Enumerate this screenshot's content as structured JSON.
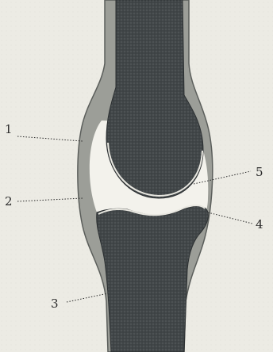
{
  "diagram": {
    "labels": [
      {
        "id": "1",
        "text": "1"
      },
      {
        "id": "2",
        "text": "2"
      },
      {
        "id": "3",
        "text": "3"
      },
      {
        "id": "4",
        "text": "4"
      },
      {
        "id": "5",
        "text": "5"
      }
    ],
    "colors": {
      "background": "#ecebe4",
      "bone": "#3f4446",
      "bone_light": "#5a5f60",
      "capsule": "#9a9c96",
      "capsule_edge": "#5b5e5b",
      "joint_space": "#f4f3ee",
      "line": "#2a2a2a"
    }
  }
}
